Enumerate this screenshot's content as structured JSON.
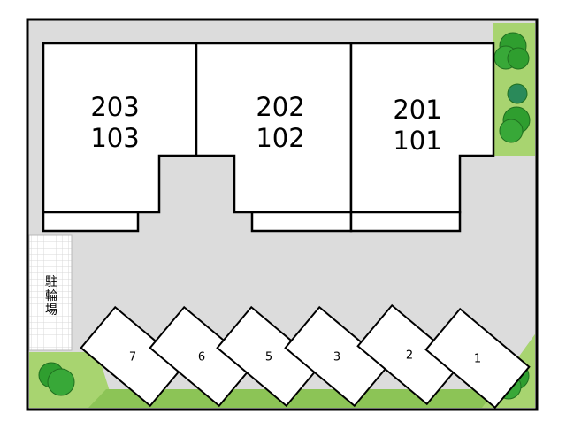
{
  "units": [
    {
      "upper": "203",
      "lower": "103"
    },
    {
      "upper": "202",
      "lower": "102"
    },
    {
      "upper": "201",
      "lower": "101"
    }
  ],
  "parking_spaces": [
    "7",
    "6",
    "5",
    "3",
    "2",
    "1"
  ],
  "bicycle_parking": {
    "label": "駐輪場",
    "chars": [
      "駐",
      "輪",
      "場"
    ]
  },
  "colors": {
    "ground": "#dcdcdc",
    "lawn": "#a8d470",
    "lawn_dark": "#6fba3e",
    "tree": "#2f9e2f",
    "tree_dark": "#1f6f1f",
    "building_fill": "#ffffff",
    "outline": "#000000"
  }
}
